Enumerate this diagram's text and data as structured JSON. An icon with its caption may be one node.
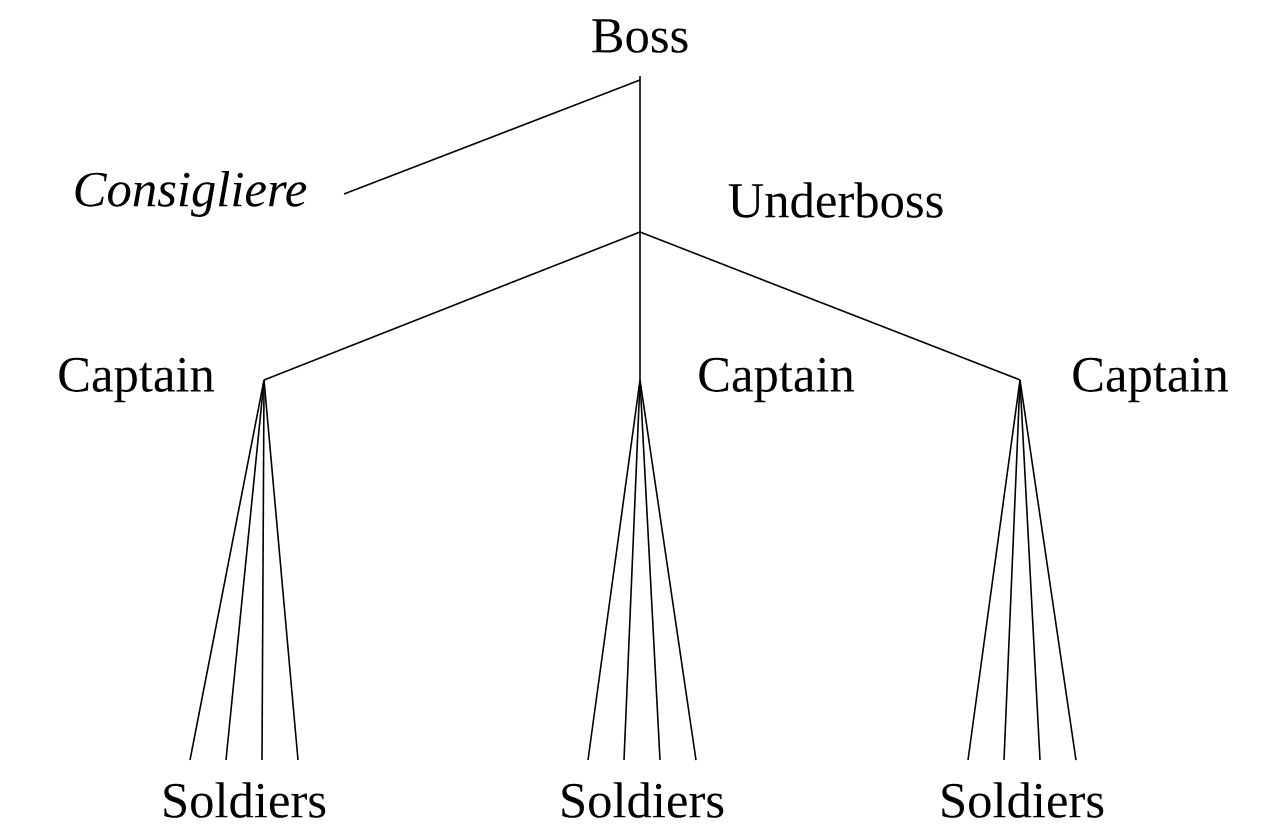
{
  "diagram": {
    "nodes": [
      {
        "text": [
          "Boss"
        ]
      },
      {
        "text": [
          "Consigliere"
        ]
      },
      {
        "text": [
          "Underboss"
        ]
      },
      {
        "text": [
          "Captain"
        ]
      },
      {
        "text": [
          "Captain"
        ]
      },
      {
        "text": [
          "Captain"
        ]
      },
      {
        "text": [
          "Soldiers"
        ]
      },
      {
        "text": [
          "Soldiers"
        ]
      },
      {
        "text": [
          "Soldiers"
        ]
      }
    ],
    "edges": [
      {
        "from": 0,
        "to": 1,
        "arrow": "none"
      },
      {
        "from": 0,
        "to": 2,
        "arrow": "none"
      },
      {
        "from": 2,
        "to": 3,
        "arrow": "none"
      },
      {
        "from": 2,
        "to": 4,
        "arrow": "none"
      },
      {
        "from": 2,
        "to": 5,
        "arrow": "none"
      },
      {
        "from": 3,
        "to": 6,
        "arrow": "none"
      },
      {
        "from": 3,
        "to": 6,
        "arrow": "none"
      },
      {
        "from": 3,
        "to": 6,
        "arrow": "none"
      },
      {
        "from": 3,
        "to": 6,
        "arrow": "none"
      },
      {
        "from": 4,
        "to": 7,
        "arrow": "none"
      },
      {
        "from": 4,
        "to": 7,
        "arrow": "none"
      },
      {
        "from": 4,
        "to": 7,
        "arrow": "none"
      },
      {
        "from": 4,
        "to": 7,
        "arrow": "none"
      },
      {
        "from": 5,
        "to": 8,
        "arrow": "none"
      },
      {
        "from": 5,
        "to": 8,
        "arrow": "none"
      },
      {
        "from": 5,
        "to": 8,
        "arrow": "none"
      },
      {
        "from": 5,
        "to": 8,
        "arrow": "none"
      }
    ]
  }
}
